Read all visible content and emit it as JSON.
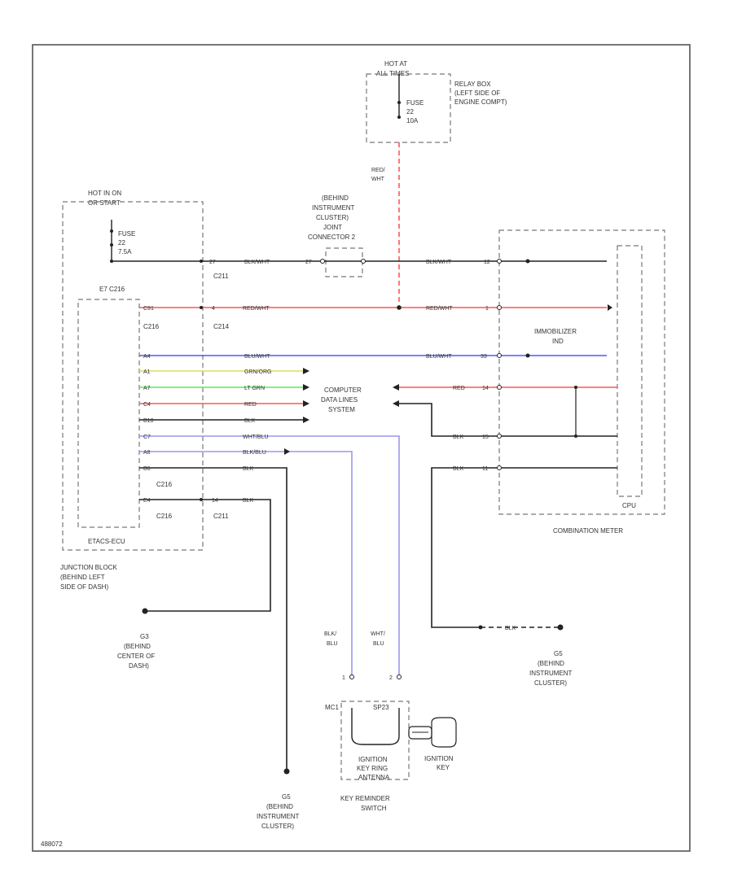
{
  "colors": {
    "black": "#222222",
    "red": "#ff5555",
    "blue": "#5555ff",
    "yellow": "#dddd55",
    "green": "#55ee55",
    "lavender": "#9999ee",
    "frame": "#555555"
  },
  "relay_box": {
    "hot_line1": "HOT AT",
    "hot_line2": "ALL TIMES",
    "fuse_line1": "FUSE",
    "fuse_line2": "22",
    "fuse_line3": "10A",
    "location_line1": "RELAY BOX",
    "location_line2": "(LEFT SIDE OF",
    "location_line3": "ENGINE COMPT)"
  },
  "junction_block": {
    "hot_line1": "HOT IN ON",
    "hot_line2": "OR START",
    "fuse_line1": "FUSE",
    "fuse_line2": "22",
    "fuse_line3": "7.5A",
    "inner_connector": "E7  C216",
    "inner_label": "ETACS-ECU",
    "location_line1": "JUNCTION BLOCK",
    "location_line2": "(BEHIND LEFT",
    "location_line3": "SIDE OF DASH)"
  },
  "joint_connector": {
    "line1": "(BEHIND",
    "line2": "INSTRUMENT",
    "line3": "CLUSTER)",
    "line4": "JOINT",
    "line5": "CONNECTOR 2"
  },
  "red_wht_label_line1": "RED/",
  "red_wht_label_line2": "WHT",
  "connectors": {
    "c211_top": "C211",
    "c214_left": "C216",
    "c214_right": "C214",
    "c216_bottom": "C216",
    "c216_last": "C216",
    "c211_bottom": "C211"
  },
  "wires": [
    {
      "pin_left": "27",
      "pin_right": "27",
      "label": "BLK/WHT",
      "label_right": "BLK/WHT",
      "pin_meter": "12"
    },
    {
      "pin_left": "C91",
      "pin_right": "4",
      "label": "RED/WHT",
      "label_right": "RED/WHT",
      "pin_meter": "1"
    },
    {
      "pin_left": "A4",
      "label": "BLU/WHT",
      "label_right": "BLU/WHT",
      "pin_meter": "33"
    },
    {
      "pin_left": "A1",
      "label": "GRN/ORG"
    },
    {
      "pin_left": "A7",
      "label": "LT GRN"
    },
    {
      "pin_left": "C4",
      "label": "RED"
    },
    {
      "pin_left": "B18",
      "label": "BLK"
    },
    {
      "pin_left": "C7",
      "label": "WHT/BLU"
    },
    {
      "pin_left": "A8",
      "label": "BLK/BLU"
    },
    {
      "pin_left": "B6",
      "label": "BLK"
    },
    {
      "pin_left": "E4",
      "pin_right": "14",
      "label": "BLK"
    }
  ],
  "computer_data": {
    "line1": "COMPUTER",
    "line2": "DATA LINES",
    "line3": "SYSTEM"
  },
  "meter_wires": [
    {
      "label": "RED",
      "pin": "14"
    },
    {
      "label": "BLK",
      "pin": "15"
    },
    {
      "label": "BLK",
      "pin": "11"
    }
  ],
  "combination_meter": {
    "label": "COMBINATION METER",
    "cpu": "CPU",
    "indicator_line1": "IMMOBILIZER",
    "indicator_line2": "IND"
  },
  "ground_left": {
    "id": "G3",
    "line1": "(BEHIND",
    "line2": "CENTER OF",
    "line3": "DASH)"
  },
  "ground_right": {
    "id": "G5",
    "line1": "(BEHIND",
    "line2": "INSTRUMENT",
    "line3": "CLUSTER)",
    "wire_label": "BLK"
  },
  "ground_bottom": {
    "id": "G5",
    "line1": "(BEHIND",
    "line2": "INSTRUMENT",
    "line3": "CLUSTER)"
  },
  "key_switch": {
    "wire_left_line1": "BLK/",
    "wire_left_line2": "BLU",
    "wire_right_line1": "WHT/",
    "wire_right_line2": "BLU",
    "pin_left": "1",
    "pin_right": "2",
    "conn_left": "MC1",
    "conn_right": "SP23",
    "box_line1": "IGNITION",
    "box_line2": "KEY RING",
    "box_line3": "ANTENNA",
    "label_line1": "KEY REMINDER",
    "label_line2": "SWITCH",
    "key_line1": "IGNITION",
    "key_line2": "KEY"
  },
  "footer_code": "488072"
}
